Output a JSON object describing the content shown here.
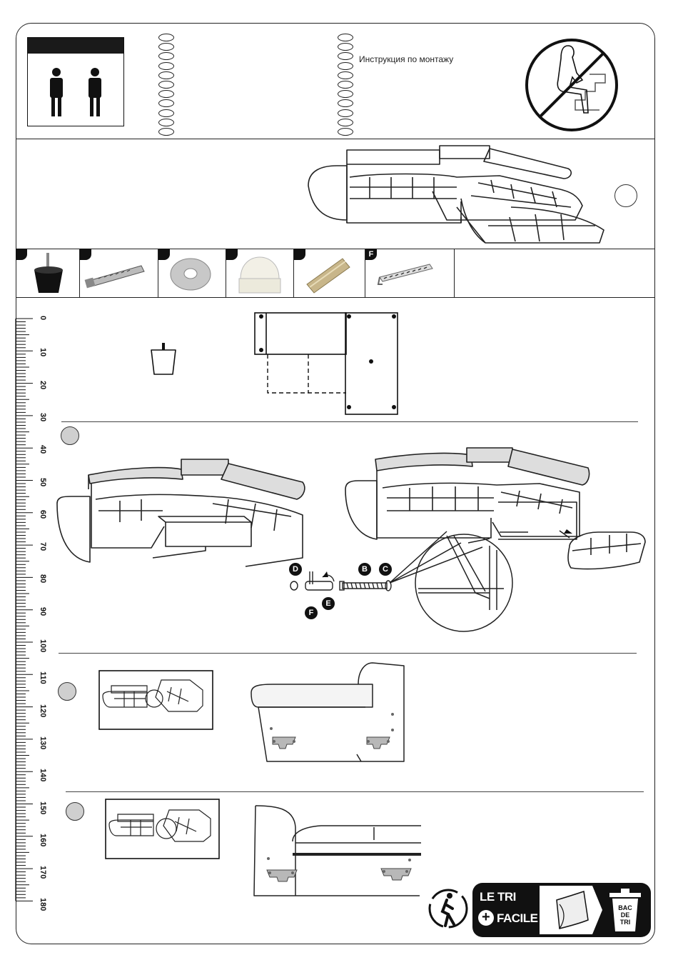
{
  "header": {
    "instruction_text": "Инструкция по монтажу",
    "people_count": 2,
    "left_oval_count": 11,
    "right_oval_count": 11
  },
  "parts": [
    {
      "tag": "",
      "icon": "sofa-foot-icon"
    },
    {
      "tag": "",
      "icon": "bolt-icon"
    },
    {
      "tag": "",
      "icon": "washer-icon"
    },
    {
      "tag": "",
      "icon": "cap-nut-icon"
    },
    {
      "tag": "",
      "icon": "barrel-nut-icon"
    },
    {
      "tag": "F",
      "icon": "hex-key-icon"
    }
  ],
  "ruler": {
    "labels": [
      "0",
      "10",
      "20",
      "30",
      "40",
      "50",
      "60",
      "70",
      "80",
      "90",
      "100",
      "110",
      "120",
      "130",
      "140",
      "150",
      "160",
      "170",
      "180"
    ]
  },
  "hardware_labels": {
    "d": "D",
    "b": "B",
    "c": "C",
    "f": "F",
    "e": "E"
  },
  "recycling": {
    "line1": "LE TRI",
    "line2": "FACILE",
    "plus": "+",
    "bin_line1": "BAC",
    "bin_line2": "DE",
    "bin_line3": "TRI"
  },
  "colors": {
    "ink": "#111111",
    "step_fill": "#cfcfcf",
    "bracket_fill": "#b8b8b8"
  }
}
